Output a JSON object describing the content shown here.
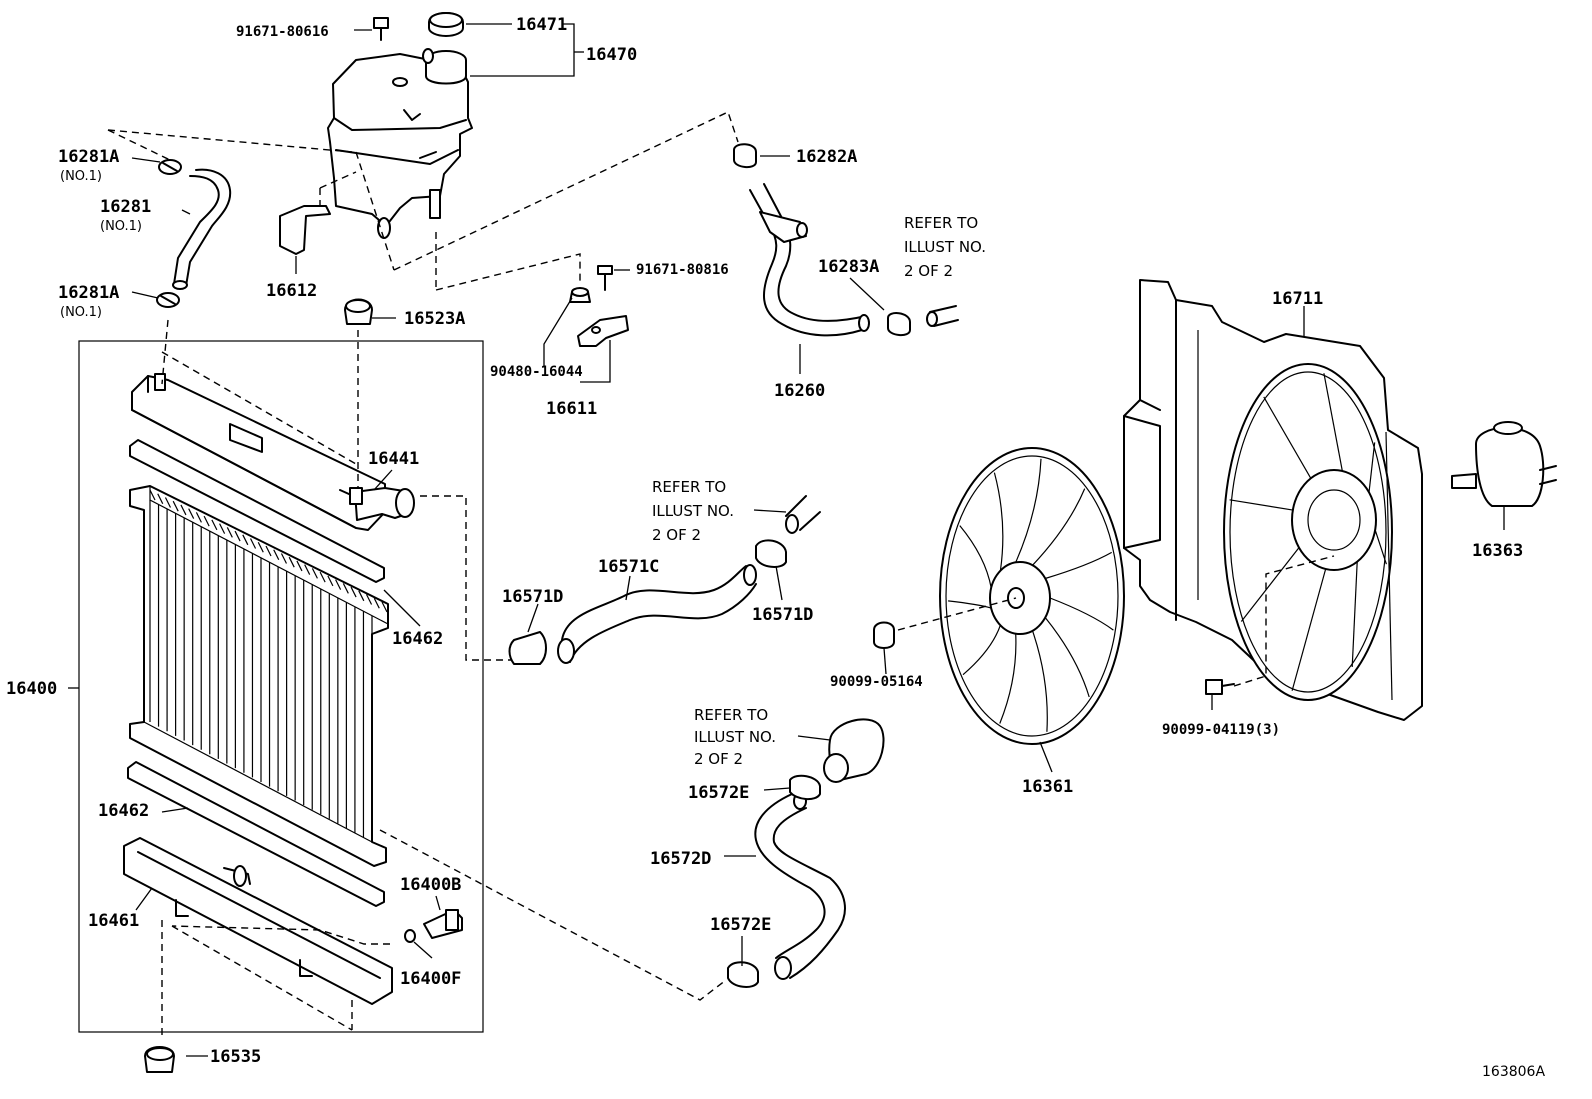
{
  "labels": {
    "p16471": "16471",
    "p16470": "16470",
    "p9167180616": "91671-80616",
    "p16281a_top": "16281A",
    "p16281a_top_note": "(NO.1)",
    "p16281": "16281",
    "p16281_note": "(NO.1)",
    "p16281a_bot": "16281A",
    "p16281a_bot_note": "(NO.1)",
    "p16612": "16612",
    "p16523a": "16523A",
    "p16282a": "16282A",
    "p9167180816": "91671-80816",
    "p16283a": "16283A",
    "p9048016044": "90480-16044",
    "p16611": "16611",
    "p16260": "16260",
    "p16711": "16711",
    "p16363": "16363",
    "p16441": "16441",
    "p16462_top": "16462",
    "p16400": "16400",
    "p16571d_left": "16571D",
    "p16571c": "16571C",
    "p16571d_right": "16571D",
    "p9009905164": "90099-05164",
    "p9009904119": "90099-04119(3)",
    "p16361": "16361",
    "p16462_bot": "16462",
    "p16572e_top": "16572E",
    "p16572d": "16572D",
    "p16400b": "16400B",
    "p16461": "16461",
    "p16400f": "16400F",
    "p16572e_bot": "16572E",
    "p16535": "16535"
  },
  "notes": {
    "refer1": [
      "REFER TO",
      "ILLUST NO.",
      "2 OF 2"
    ],
    "refer2": [
      "REFER TO",
      "ILLUST NO.",
      "2 OF 2"
    ],
    "refer3": [
      "REFER TO",
      "ILLUST NO.",
      "2 OF 2"
    ]
  },
  "figure_id": "163806A"
}
